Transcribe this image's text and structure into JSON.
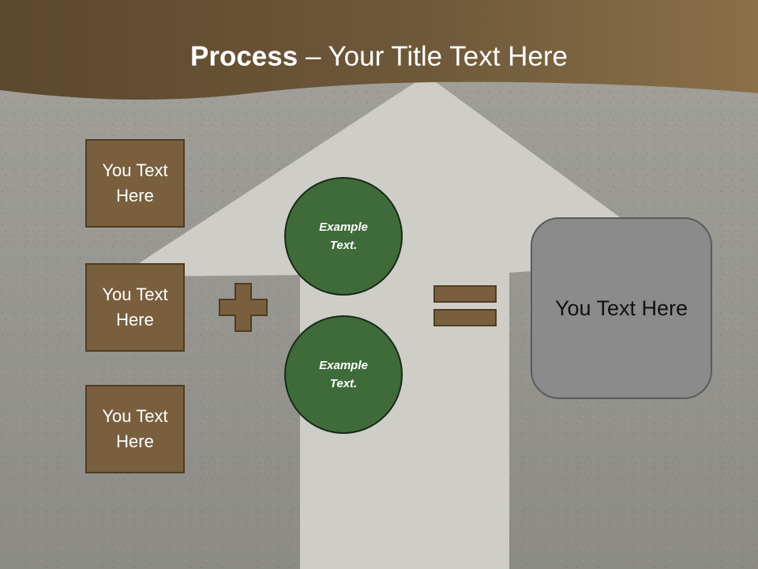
{
  "title": {
    "bold": "Process",
    "rest": " – Your Title Text Here"
  },
  "inputs": [
    {
      "label": "You Text\nHere"
    },
    {
      "label": "You Text\nHere"
    },
    {
      "label": "You Text\nHere"
    }
  ],
  "circles": [
    {
      "label": "Example\nText."
    },
    {
      "label": "Example\nText."
    }
  ],
  "result": {
    "label": "You Text Here"
  },
  "colors": {
    "header": "#6b5437",
    "box_fill": "#7a5f3f",
    "circle_fill": "#3f6b3b",
    "result_fill": "#8b8b8b",
    "road": "#8f8e88",
    "arrow": "#c9c8c2"
  }
}
